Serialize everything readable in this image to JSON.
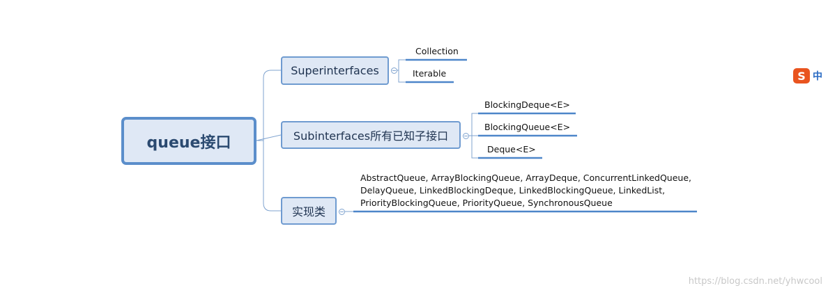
{
  "root": {
    "label": "queue接口"
  },
  "branches": [
    {
      "label": "Superinterfaces",
      "children": [
        "Collection",
        "Iterable"
      ]
    },
    {
      "label": "Subinterfaces所有已知子接口",
      "children": [
        "BlockingDeque<E>",
        "BlockingQueue<E>",
        "Deque<E>"
      ]
    },
    {
      "label": "实现类",
      "children": [
        "AbstractQueue, ArrayBlockingQueue, ArrayDeque, ConcurrentLinkedQueue,",
        "DelayQueue, LinkedBlockingDeque, LinkedBlockingQueue, LinkedList,",
        "PriorityBlockingQueue, PriorityQueue, SynchronousQueue"
      ]
    }
  ],
  "watermark": "https://blog.csdn.net/yhwcool",
  "ime": {
    "icon": "sogou-input-icon",
    "label": "中"
  },
  "colors": {
    "line": "#7fa3cf",
    "underline": "#4d86c9",
    "topic_fill": "#dfe8f5",
    "root_border": "#5b8ecb"
  }
}
